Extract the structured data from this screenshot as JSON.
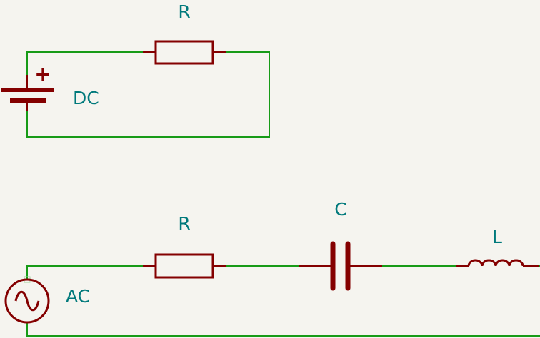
{
  "dc_circuit": {
    "resistor_label": "R",
    "source_label": "DC",
    "plus_sign": "+"
  },
  "ac_circuit": {
    "resistor_label": "R",
    "capacitor_label": "C",
    "inductor_label": "L",
    "source_label": "AC"
  },
  "colors": {
    "background": "#f5f4ef",
    "wire": "#179b17",
    "component": "#840000",
    "label": "#00797b"
  }
}
